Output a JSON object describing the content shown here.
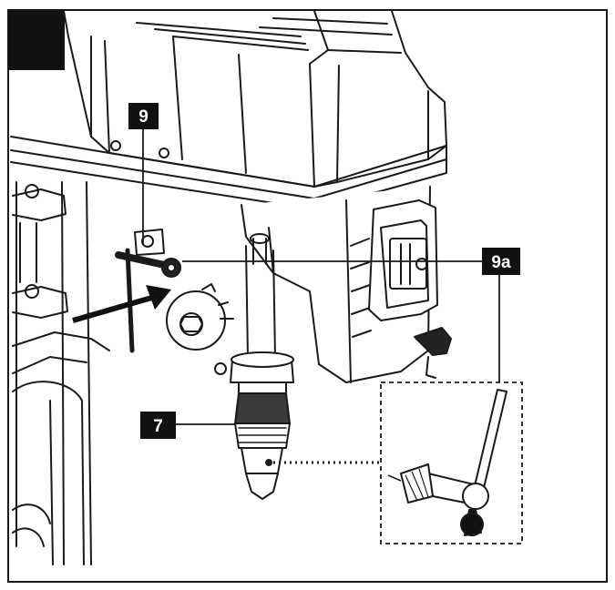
{
  "figure": {
    "labels": {
      "switch_lever": "9",
      "chuck_key": "9a",
      "chuck": "7"
    }
  },
  "colors": {
    "ink": "#1a1a1a",
    "paper": "#ffffff",
    "tag_bg": "#111111",
    "tag_text": "#ffffff"
  }
}
